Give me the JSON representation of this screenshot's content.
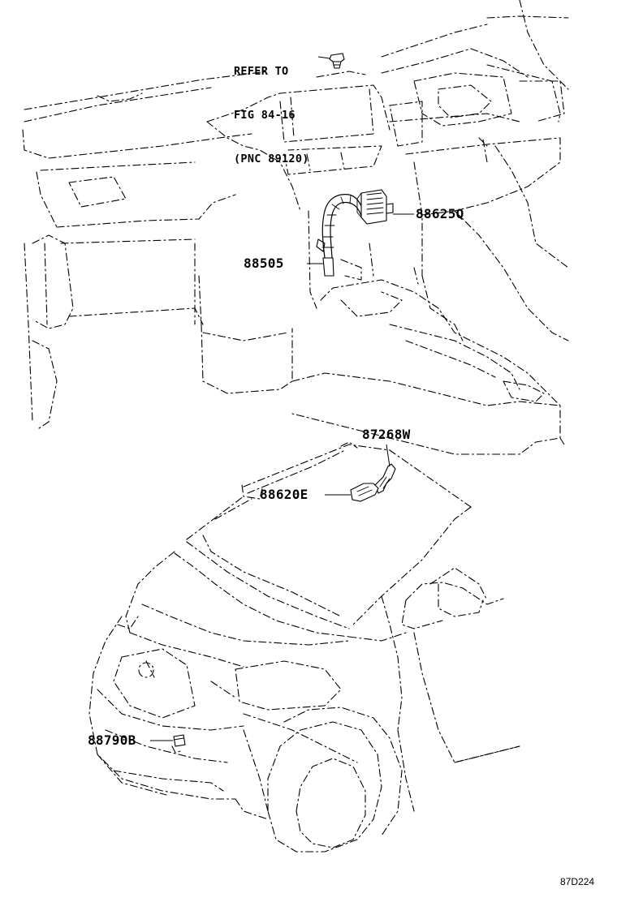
{
  "diagram": {
    "refer_note": {
      "line1": "REFER TO",
      "line2": "FIG 84-16",
      "line3": "(PNC 89120)"
    },
    "parts": [
      {
        "id": "88625Q",
        "label": "88625Q"
      },
      {
        "id": "88505",
        "label": "88505"
      },
      {
        "id": "87268W",
        "label": "87268W"
      },
      {
        "id": "88620E",
        "label": "88620E"
      },
      {
        "id": "88790B",
        "label": "88790B"
      }
    ],
    "illustration_code": "87D224"
  }
}
